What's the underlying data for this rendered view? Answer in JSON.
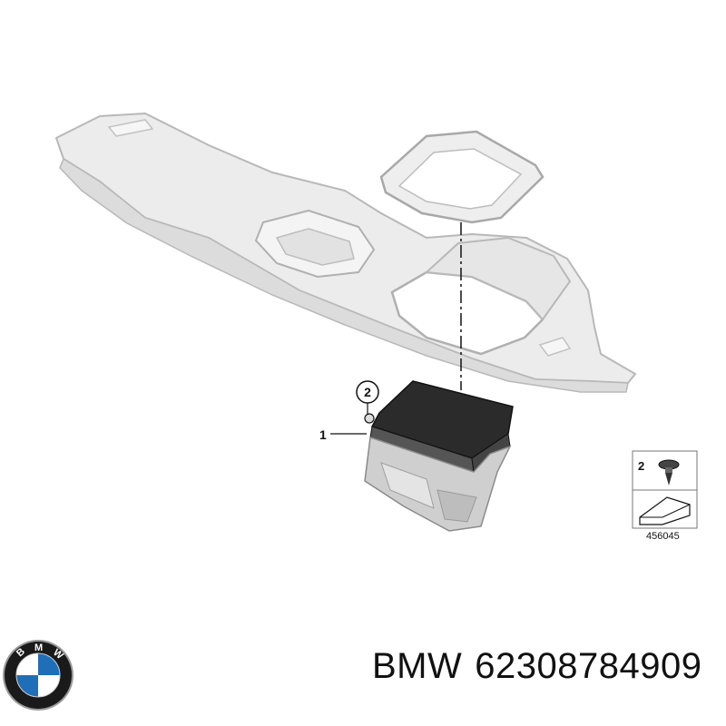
{
  "callouts": {
    "part_1": "1",
    "part_2": "2"
  },
  "legend": {
    "item_number": "2",
    "reference_code": "456045"
  },
  "brand_logo": {
    "lettering": [
      "B",
      "M",
      "W"
    ],
    "colors": {
      "ring": "#1a1a1a",
      "blue": "#1f6fb8",
      "white": "#ffffff",
      "rim": "#9a9a9a"
    }
  },
  "caption": {
    "brand": "BMW",
    "part_number": "62308784909"
  },
  "colors": {
    "dashboard_fill": "#ececec",
    "dashboard_stroke": "#b8b8b8",
    "display_face": "#2b2b2b",
    "housing": "#cfcfcf",
    "line": "#111111"
  }
}
